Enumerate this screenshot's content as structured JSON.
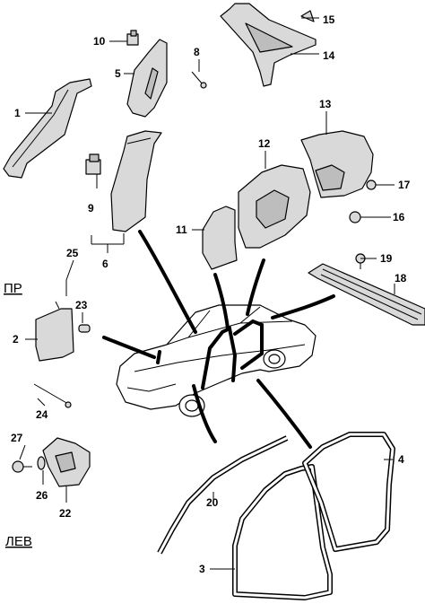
{
  "labels": {
    "l1": "1",
    "l2": "2",
    "l3": "3",
    "l4": "4",
    "l5": "5",
    "l6": "6",
    "l8": "8",
    "l9": "9",
    "l10": "10",
    "l11": "11",
    "l12": "12",
    "l13": "13",
    "l14": "14",
    "l15": "15",
    "l16": "16",
    "l17": "17",
    "l18": "18",
    "l19": "19",
    "l20": "20",
    "l22": "22",
    "l23": "23",
    "l24": "24",
    "l25": "25",
    "l26": "26",
    "l27": "27"
  },
  "sides": {
    "right": "ПР",
    "left": "ЛЕВ"
  }
}
